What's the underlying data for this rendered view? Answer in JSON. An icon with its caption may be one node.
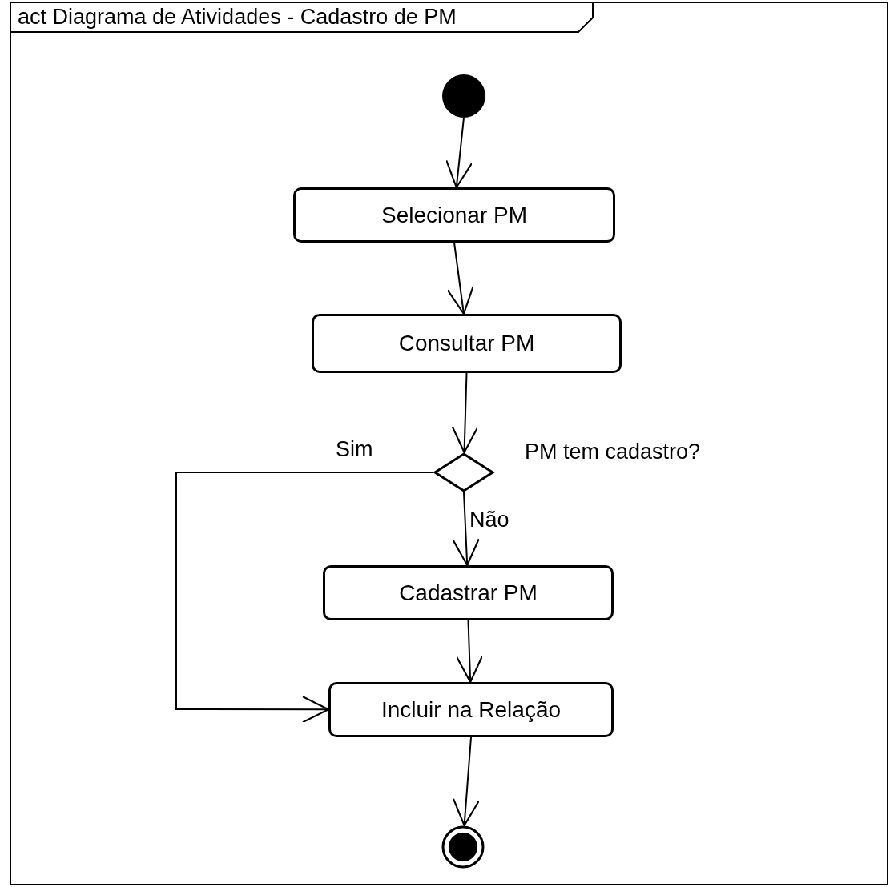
{
  "diagram": {
    "nodes": [
      {
        "text": [
          "act Diagrama de Atividades - Cadastro de PM"
        ]
      },
      {
        "text": [],
        "shape": "circle",
        "in": 0
      },
      {
        "text": [
          "Selecionar PM"
        ],
        "in": 0
      },
      {
        "text": [
          "Consultar PM"
        ],
        "in": 0
      },
      {
        "text": [],
        "shape": "diamond",
        "in": 0,
        "beside": [
          "PM tem cadastro?"
        ]
      },
      {
        "text": [
          "Cadastrar PM"
        ],
        "in": 0
      },
      {
        "text": [
          "Incluir na Relação"
        ],
        "in": 0
      },
      {
        "text": [],
        "shape": "circle",
        "in": 0
      }
    ],
    "edges": [
      {
        "from": 1,
        "to": 2,
        "arrow": "to"
      },
      {
        "from": 2,
        "to": 3,
        "arrow": "to"
      },
      {
        "from": 3,
        "to": 4,
        "arrow": "to"
      },
      {
        "from": 4,
        "to": 5,
        "arrow": "to",
        "label": "Não"
      },
      {
        "from": 4,
        "to": 6,
        "arrow": "to",
        "label": "Sim"
      },
      {
        "from": 5,
        "to": 6,
        "arrow": "to"
      },
      {
        "from": 6,
        "to": 7,
        "arrow": "to"
      }
    ]
  }
}
